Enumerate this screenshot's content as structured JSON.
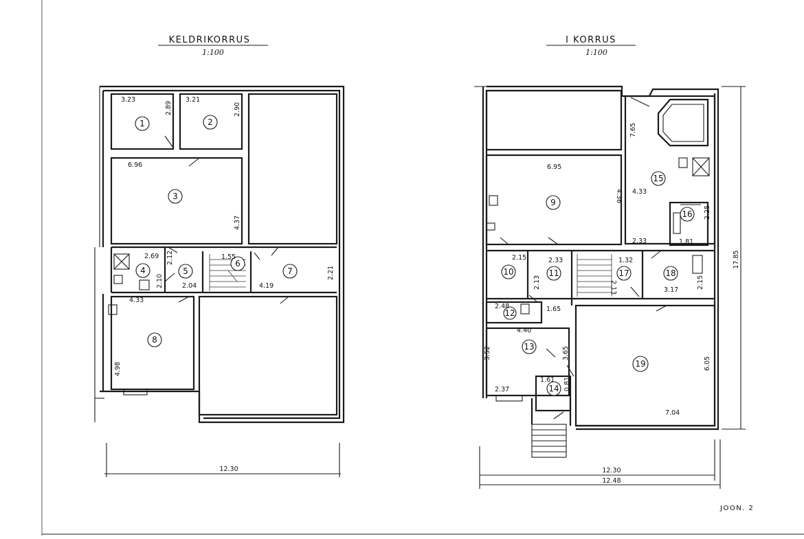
{
  "sheet_label": "JOON. 2",
  "basement": {
    "title": "KELDRIKORRUS",
    "scale": "1:100",
    "overall_width": "12.30",
    "rooms": [
      {
        "id": "1",
        "label": "1"
      },
      {
        "id": "2",
        "label": "2"
      },
      {
        "id": "3",
        "label": "3"
      },
      {
        "id": "4",
        "label": "4"
      },
      {
        "id": "5",
        "label": "5"
      },
      {
        "id": "6",
        "label": "6"
      },
      {
        "id": "7",
        "label": "7"
      },
      {
        "id": "8",
        "label": "8"
      }
    ],
    "dims": [
      "3.23",
      "2.89",
      "3.21",
      "2.90",
      "6.96",
      "4.37",
      "2.69",
      "2.12",
      "2.10",
      "2.04",
      "1.55",
      "4.19",
      "2.21",
      "4.33",
      "4.98"
    ]
  },
  "ground": {
    "title": "I KORRUS",
    "scale": "1:100",
    "overall_width_inner": "12.30",
    "overall_width_outer": "12.48",
    "overall_depth": "17.85",
    "rooms": [
      {
        "id": "9",
        "label": "9"
      },
      {
        "id": "10",
        "label": "10"
      },
      {
        "id": "11",
        "label": "11"
      },
      {
        "id": "12",
        "label": "12"
      },
      {
        "id": "13",
        "label": "13"
      },
      {
        "id": "14",
        "label": "14"
      },
      {
        "id": "15",
        "label": "15"
      },
      {
        "id": "16",
        "label": "16"
      },
      {
        "id": "17",
        "label": "17"
      },
      {
        "id": "18",
        "label": "18"
      },
      {
        "id": "19",
        "label": "19"
      }
    ],
    "dims": [
      "6.95",
      "4.36",
      "7.65",
      "4.33",
      "2.25",
      "2.33",
      "1.81",
      "2.15",
      "2.33",
      "1.32",
      "2.13",
      "2.13",
      "3.17",
      "2.15",
      "2.48",
      "1.65",
      "4.40",
      "3.52",
      "3.65",
      "6.05",
      "2.37",
      "1.61",
      "0.81",
      "7.04"
    ]
  }
}
